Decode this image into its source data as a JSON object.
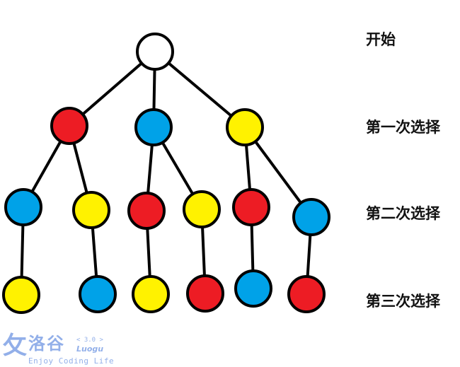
{
  "colors": {
    "white": "#ffffff",
    "red": "#ed1c24",
    "blue": "#00a2e8",
    "yellow": "#fff200",
    "edge": "#000000"
  },
  "level_labels": {
    "start": "开始",
    "first": "第一次选择",
    "second": "第二次选择",
    "third": "第三次选择"
  },
  "tree": {
    "root": "white",
    "level1": [
      "red",
      "blue",
      "yellow"
    ],
    "level2": [
      "blue",
      "yellow",
      "red",
      "yellow",
      "red",
      "blue"
    ],
    "level2_parents": [
      0,
      0,
      1,
      1,
      2,
      2
    ],
    "level3": [
      "yellow",
      "blue",
      "yellow",
      "red",
      "blue",
      "red"
    ],
    "level3_parents": [
      0,
      1,
      2,
      3,
      4,
      5
    ]
  },
  "watermark": {
    "logo_glyph": "攵",
    "name": "洛谷",
    "version": "< 3.0 >",
    "brand": "Luogu",
    "slogan": "Enjoy Coding Life"
  }
}
